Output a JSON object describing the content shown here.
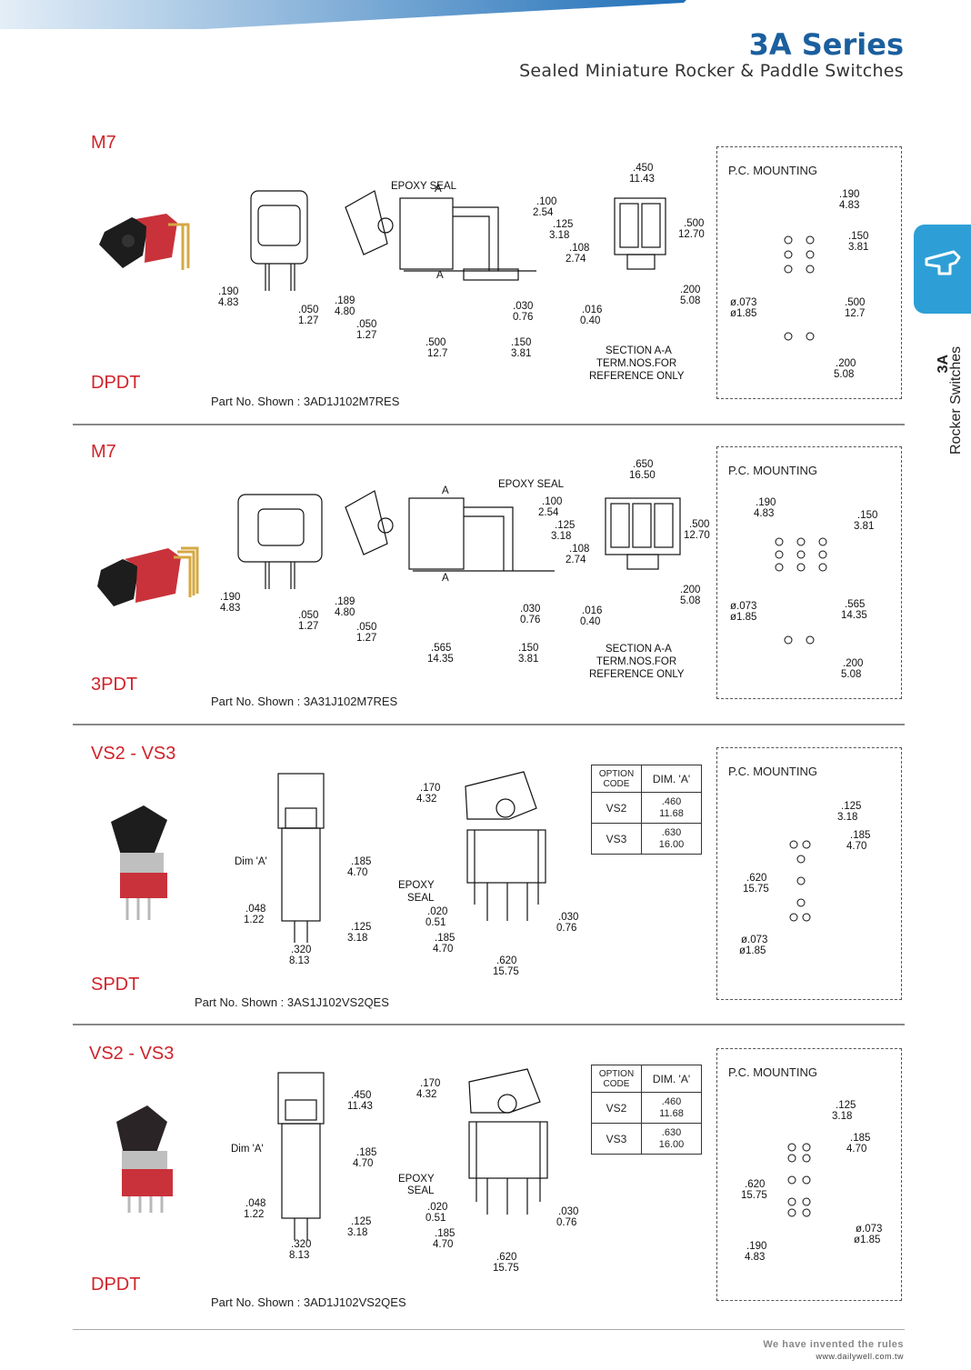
{
  "header": {
    "title": "3A Series",
    "subtitle": "Sealed Miniature Rocker & Paddle Switches",
    "brand_color": "#1b5f9e",
    "accent_color": "#2e9fd6"
  },
  "side_tab": {
    "icon": "rocker-switch-icon",
    "code": "3A",
    "label": "Rocker  Switches"
  },
  "sections": [
    {
      "actuator": "M7",
      "pole": "DPDT",
      "part_no": "Part No. Shown : 3AD1J102M7RES",
      "pc_mounting": "P.C. MOUNTING",
      "section_note": [
        "SECTION A-A",
        "TERM.NOS.FOR",
        "REFERENCE ONLY"
      ],
      "dims": {
        "d190": ".190",
        "d483": "4.83",
        "d050": ".050",
        "d127": "1.27",
        "d189": ".189",
        "d480": "4.80",
        "d050b": ".050",
        "d127b": "1.27",
        "d500": ".500",
        "d127c": "12.7",
        "d150": ".150",
        "d381": "3.81",
        "d030": ".030",
        "d076": "0.76",
        "d100": ".100",
        "d254": "2.54",
        "d125": ".125",
        "d318": "3.18",
        "d108": ".108",
        "d274": "2.74",
        "epoxy": "EPOXY SEAL",
        "a": "A",
        "w450": ".450",
        "w1143": "11.43",
        "h500": ".500",
        "h1270": "12.70",
        "d200": ".200",
        "d508": "5.08",
        "d016": ".016",
        "d040": "0.40",
        "p190": ".190",
        "p483": "4.83",
        "p150": ".150",
        "p381": "3.81",
        "p073": "ø.073",
        "p185": "ø1.85",
        "p500": ".500",
        "p127": "12.7",
        "p200": ".200",
        "p508": "5.08"
      }
    },
    {
      "actuator": "M7",
      "pole": "3PDT",
      "part_no": "Part No. Shown : 3A31J102M7RES",
      "pc_mounting": "P.C. MOUNTING",
      "section_note": [
        "SECTION A-A",
        "TERM.NOS.FOR",
        "REFERENCE ONLY"
      ],
      "dims": {
        "d190": ".190",
        "d483": "4.83",
        "d050": ".050",
        "d127": "1.27",
        "d189": ".189",
        "d480": "4.80",
        "d050b": ".050",
        "d127b": "1.27",
        "d565": ".565",
        "d1435": "14.35",
        "d150": ".150",
        "d381": "3.81",
        "d030": ".030",
        "d076": "0.76",
        "d100": ".100",
        "d254": "2.54",
        "d125": ".125",
        "d318": "3.18",
        "d108": ".108",
        "d274": "2.74",
        "epoxy": "EPOXY SEAL",
        "a": "A",
        "w650": ".650",
        "w1650": "16.50",
        "h500": ".500",
        "h1270": "12.70",
        "d200": ".200",
        "d508": "5.08",
        "d016": ".016",
        "d040": "0.40",
        "p190": ".190",
        "p483": "4.83",
        "p150": ".150",
        "p381": "3.81",
        "p073": "ø.073",
        "p185": "ø1.85",
        "p565": ".565",
        "p1435": "14.35",
        "p200": ".200",
        "p508": "5.08"
      }
    },
    {
      "actuator": "VS2 - VS3",
      "pole": "SPDT",
      "part_no": "Part No. Shown : 3AS1J102VS2QES",
      "pc_mounting": "P.C. MOUNTING",
      "option_table": {
        "header": [
          "OPTION CODE",
          "DIM. 'A'"
        ],
        "rows": [
          {
            "code": "VS2",
            "inch": ".460",
            "mm": "11.68"
          },
          {
            "code": "VS3",
            "inch": ".630",
            "mm": "16.00"
          }
        ]
      },
      "dims": {
        "dimA": "Dim 'A'",
        "d185": ".185",
        "d470": "4.70",
        "d048": ".048",
        "d122": "1.22",
        "d125": ".125",
        "d318": "3.18",
        "d320": ".320",
        "d813": "8.13",
        "d170": ".170",
        "d432": "4.32",
        "epoxy1": "EPOXY",
        "epoxy2": "SEAL",
        "d020": ".020",
        "d051": "0.51",
        "d185b": ".185",
        "d470b": "4.70",
        "d030": ".030",
        "d076": "0.76",
        "d620": ".620",
        "d1575": "15.75",
        "p125": ".125",
        "p318": "3.18",
        "p185": ".185",
        "p470": "4.70",
        "p620": ".620",
        "p1575": "15.75",
        "p073": "ø.073",
        "p185mm": "ø1.85"
      }
    },
    {
      "actuator": "VS2 - VS3",
      "pole": "DPDT",
      "part_no": "Part No. Shown : 3AD1J102VS2QES",
      "pc_mounting": "P.C. MOUNTING",
      "option_table": {
        "header": [
          "OPTION CODE",
          "DIM. 'A'"
        ],
        "rows": [
          {
            "code": "VS2",
            "inch": ".460",
            "mm": "11.68"
          },
          {
            "code": "VS3",
            "inch": ".630",
            "mm": "16.00"
          }
        ]
      },
      "dims": {
        "dimA": "Dim 'A'",
        "d450": ".450",
        "d1143": "11.43",
        "d185": ".185",
        "d470": "4.70",
        "d048": ".048",
        "d122": "1.22",
        "d125": ".125",
        "d318": "3.18",
        "d320": ".320",
        "d813": "8.13",
        "d170": ".170",
        "d432": "4.32",
        "epoxy1": "EPOXY",
        "epoxy2": "SEAL",
        "d020": ".020",
        "d051": "0.51",
        "d185b": ".185",
        "d470b": "4.70",
        "d030": ".030",
        "d076": "0.76",
        "d620": ".620",
        "d1575": "15.75",
        "p125": ".125",
        "p318": "3.18",
        "p185": ".185",
        "p470": "4.70",
        "p620": ".620",
        "p1575": "15.75",
        "p073": "ø.073",
        "p185mm": "ø1.85",
        "p190": ".190",
        "p483": "4.83"
      }
    }
  ],
  "footer": {
    "slogan": "We have invented the rules",
    "url": "www.dailywell.com.tw"
  }
}
